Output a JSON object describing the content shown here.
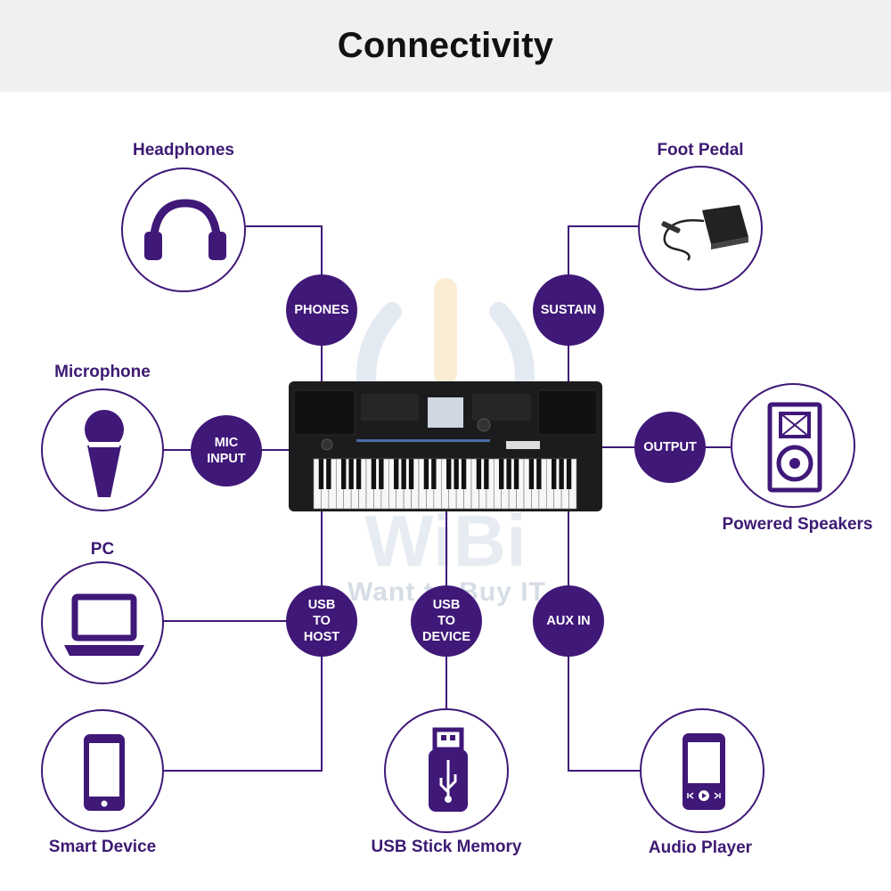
{
  "title": "Connectivity",
  "colors": {
    "purple": "#3f1878",
    "label_purple": "#3d1a73",
    "header_bg": "#f0f0f0"
  },
  "watermark": {
    "logo": "WiBi",
    "text": "Want to Buy IT."
  },
  "ports": {
    "phones": "PHONES",
    "sustain": "SUSTAIN",
    "mic_input": "MIC\nINPUT",
    "output": "OUTPUT",
    "usb_to_host": "USB\nTO\nHOST",
    "usb_to_device": "USB\nTO\nDEVICE",
    "aux_in": "AUX IN"
  },
  "devices": {
    "headphones": {
      "label": "Headphones",
      "icon": "headphones-icon"
    },
    "foot_pedal": {
      "label": "Foot Pedal",
      "icon": "foot-pedal-icon"
    },
    "microphone": {
      "label": "Microphone",
      "icon": "microphone-icon"
    },
    "powered_speakers": {
      "label": "Powered Speakers",
      "icon": "speaker-icon"
    },
    "pc": {
      "label": "PC",
      "icon": "laptop-icon"
    },
    "smart_device": {
      "label": "Smart Device",
      "icon": "smartphone-icon"
    },
    "usb_stick": {
      "label": "USB Stick Memory",
      "icon": "usb-stick-icon"
    },
    "audio_player": {
      "label": "Audio Player",
      "icon": "audio-player-icon"
    }
  }
}
